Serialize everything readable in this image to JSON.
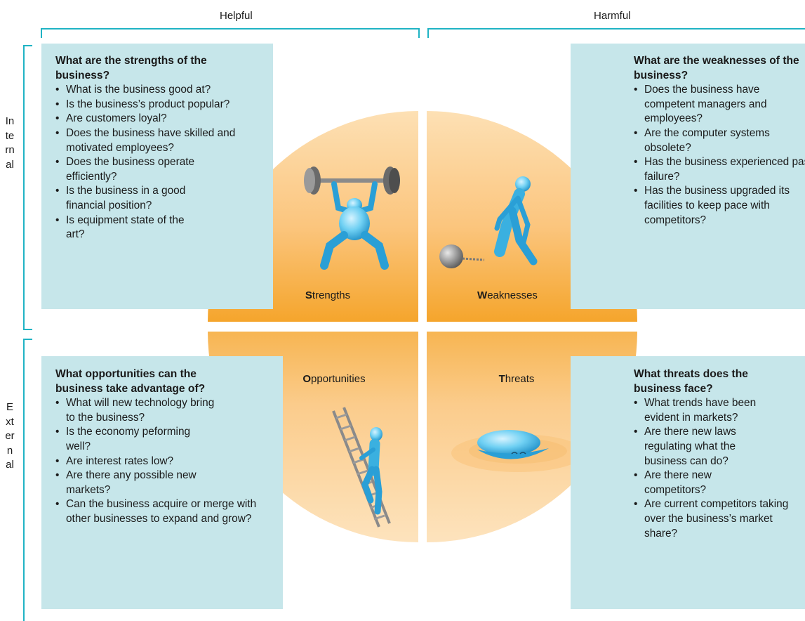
{
  "columns": {
    "helpful": "Helpful",
    "harmful": "Harmful"
  },
  "rows": {
    "internal": "Internal",
    "external": "External"
  },
  "quadrants": {
    "strengths": {
      "initial": "S",
      "rest": "trengths",
      "icon": "weightlifter-icon"
    },
    "weaknesses": {
      "initial": "W",
      "rest": "eaknesses",
      "icon": "ball-and-chain-icon"
    },
    "opportunities": {
      "initial": "O",
      "rest": "pportunities",
      "icon": "ladder-climber-icon"
    },
    "threats": {
      "initial": "T",
      "rest": "hreats",
      "icon": "clam-shell-icon"
    }
  },
  "boxes": {
    "strengths": {
      "heading": "What are the strengths of the business?",
      "items": [
        "What is the business good at?",
        "Is the business’s product popular?",
        "Are customers loyal?",
        "Does the business have skilled and motivated employees?",
        "Does the business operate efficiently?",
        "Is the business in a good financial position?",
        "Is equipment state of the art?"
      ]
    },
    "weaknesses": {
      "heading": "What are the weaknesses of the business?",
      "items": [
        "Does the business have competent managers and employees?",
        "Are the computer systems obsolete?",
        "Has the business experienced past failure?",
        "Has the business upgraded its facilities to keep pace with competitors?"
      ]
    },
    "opportunities": {
      "heading": "What opportunities can the business take advantage of?",
      "items": [
        "What will new technology bring to the business?",
        "Is the economy peforming well?",
        "Are interest rates low?",
        "Are there any possible new markets?",
        "Can the business acquire or merge with other businesses to expand and grow?"
      ]
    },
    "threats": {
      "heading": "What threats does the business face?",
      "items": [
        "What trends have been evident in markets?",
        "Are there new laws regulating what the business can do?",
        "Are there new competitors?",
        "Are current competitors taking over the business’s market share?"
      ]
    }
  },
  "colors": {
    "accent": "#1fb3c4",
    "box": "#c6e6ea",
    "orange_light": "#fcd9a4",
    "orange_dark": "#f5a52c",
    "figure": "#5fc7ee"
  }
}
